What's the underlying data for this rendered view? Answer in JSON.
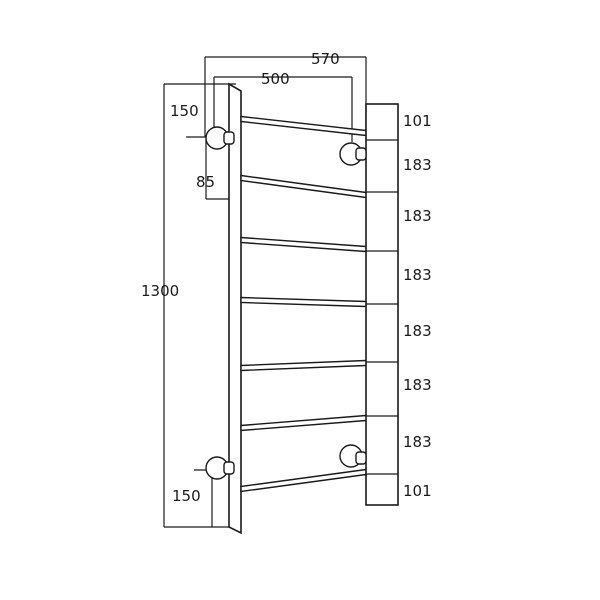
{
  "dimensions": {
    "outer_width": "570",
    "inner_width": "500",
    "top_offset": "150",
    "bracket_offset": "85",
    "total_height": "1300",
    "bottom_offset": "150",
    "side_segments": [
      "101",
      "183",
      "183",
      "183",
      "183",
      "183",
      "183",
      "101"
    ]
  },
  "rail_count": 7,
  "colors": {
    "stroke": "#1a1a1a",
    "background": "#ffffff"
  }
}
